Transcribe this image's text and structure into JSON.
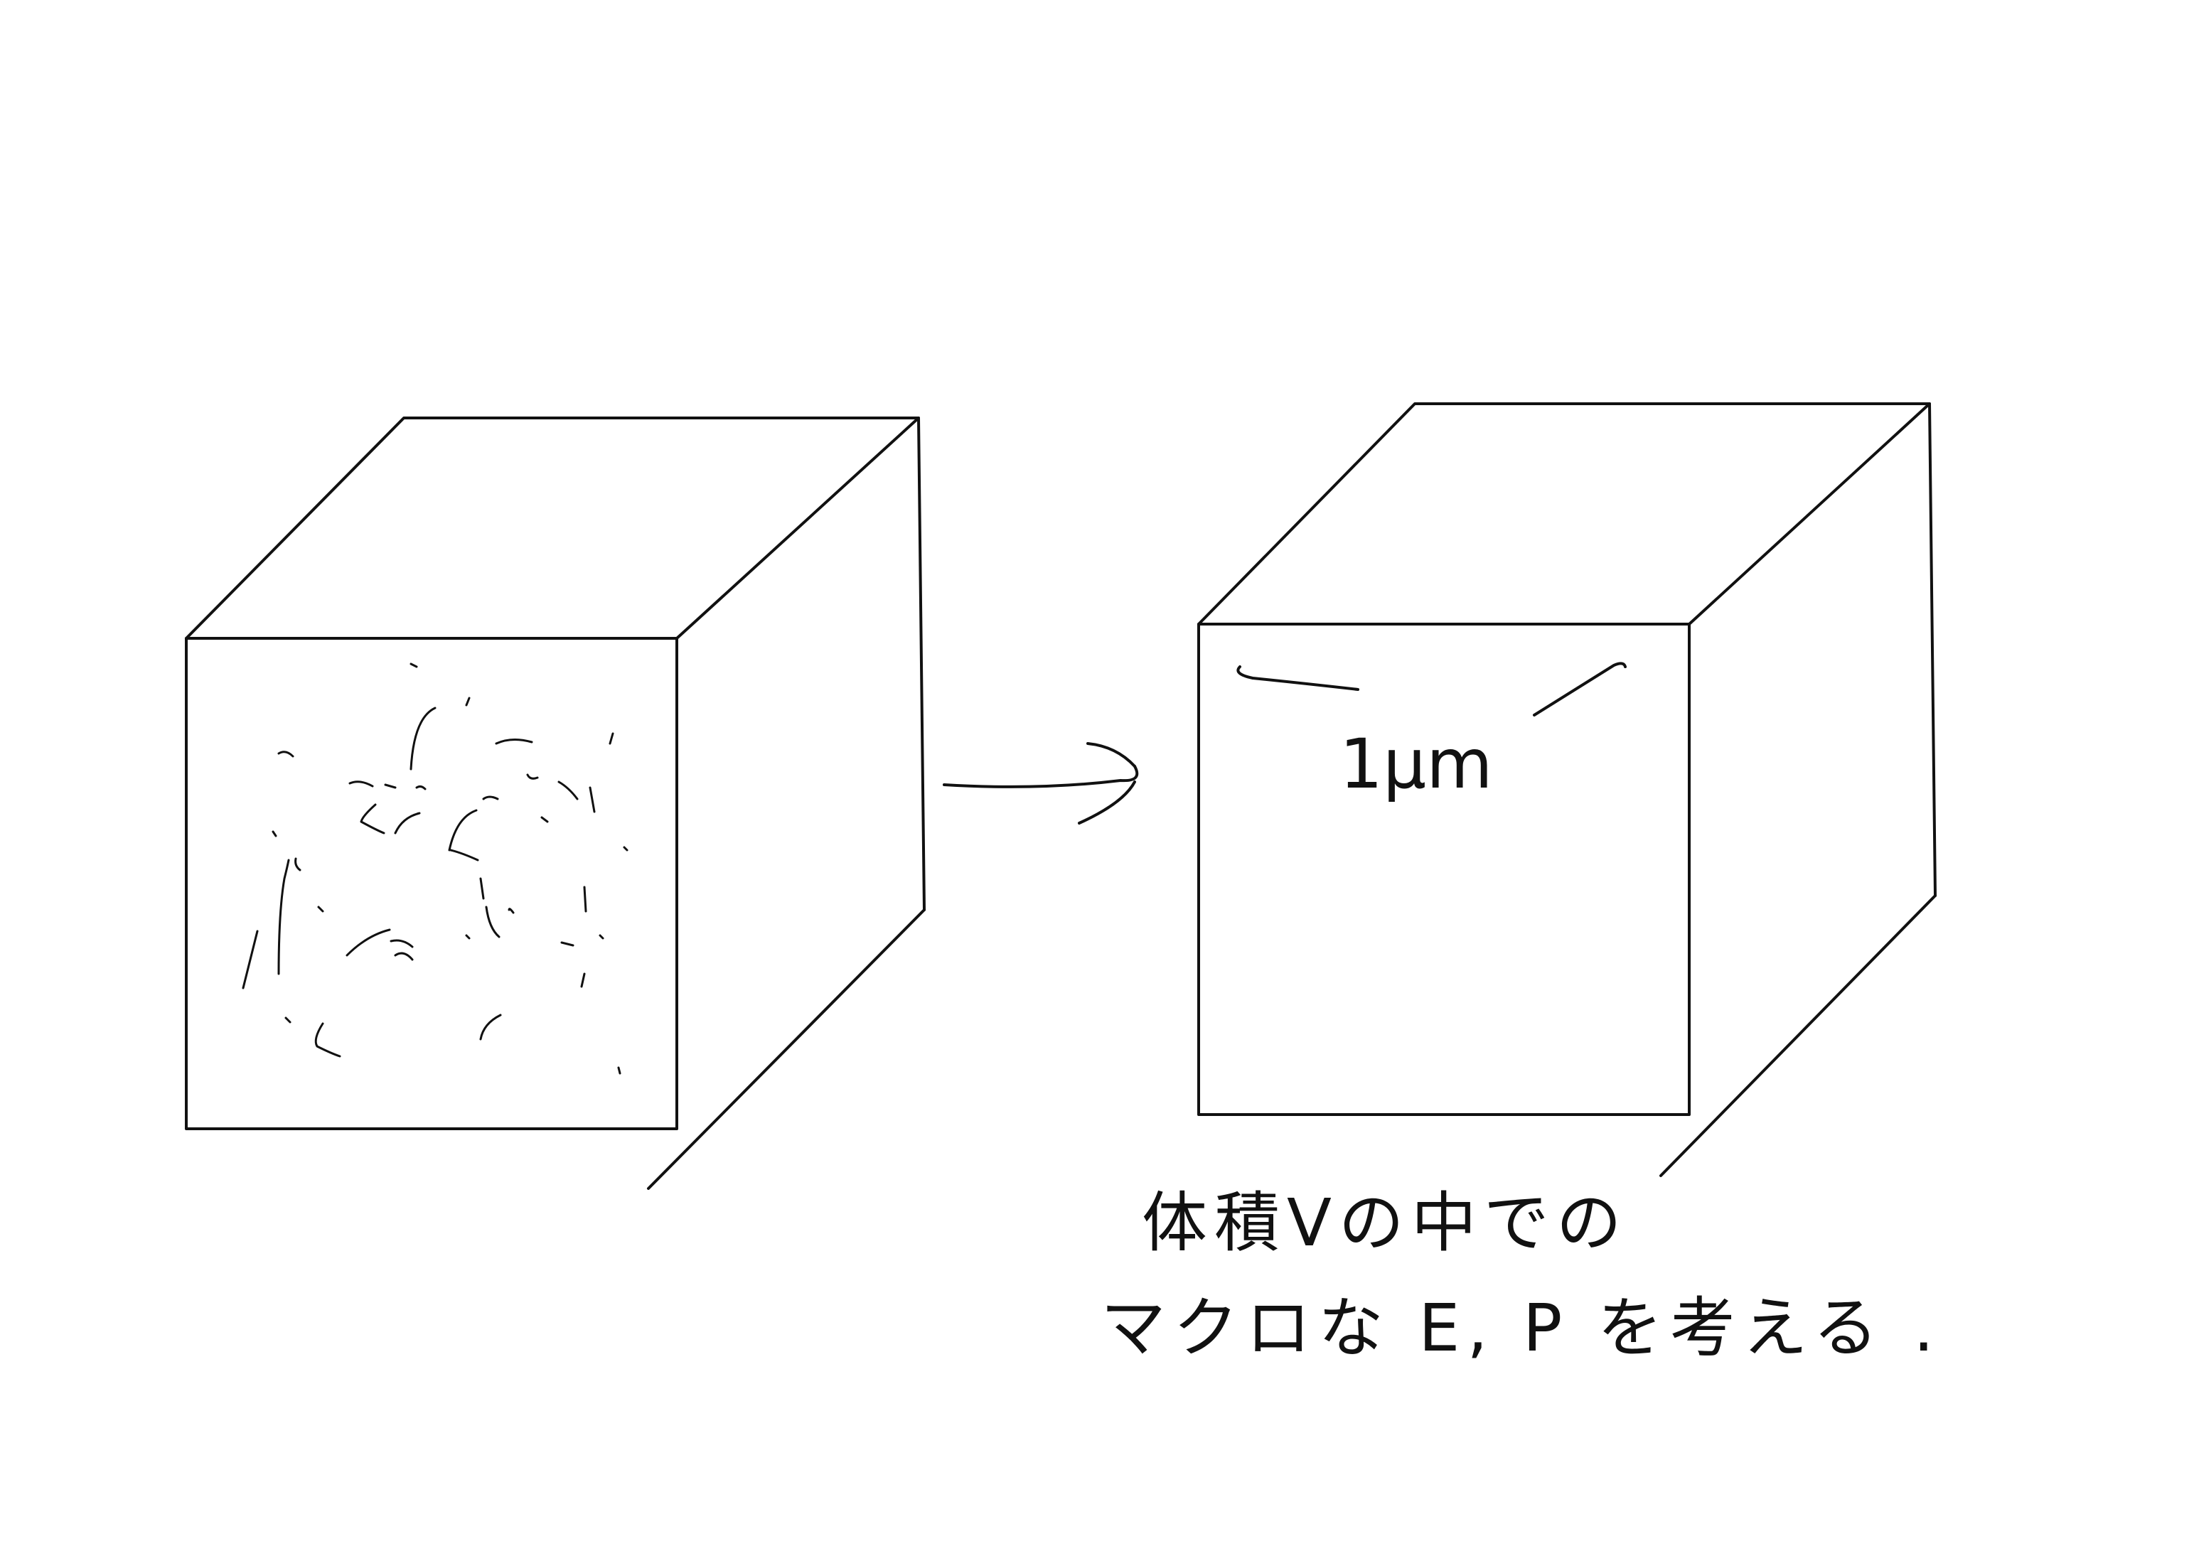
{
  "left_cube": {
    "fill_marks": "random-scribble-particles"
  },
  "arrow": {
    "direction": "right"
  },
  "right_cube": {
    "size_label": "1μm"
  },
  "caption": {
    "line1": "体積Vの中での",
    "line2": "マクロな E, P を考える ."
  },
  "colors": {
    "ink": "#111111",
    "background": "#ffffff"
  }
}
